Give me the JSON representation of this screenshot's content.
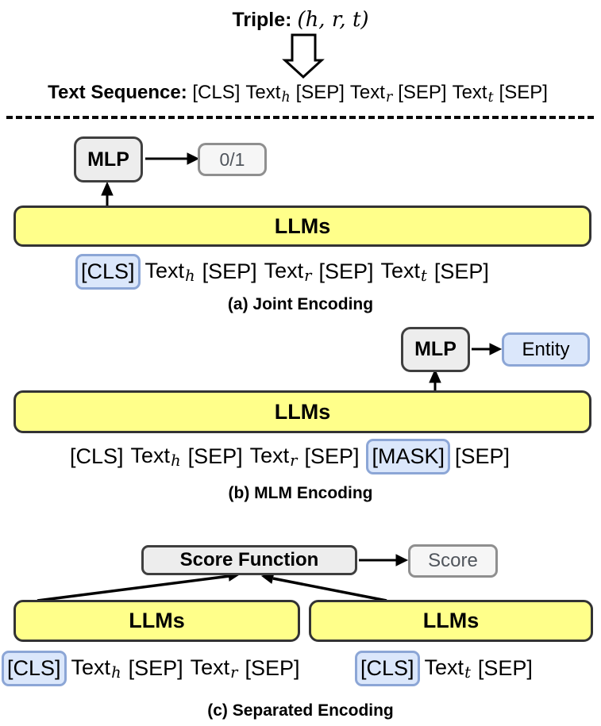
{
  "header": {
    "triple_label": "Triple:",
    "triple_math": "(h, r, t)",
    "sequence_label": "Text Sequence:"
  },
  "sequences": {
    "full": [
      {
        "text": "[CLS]"
      },
      {
        "text": "Text",
        "sub": "h"
      },
      {
        "text": "[SEP]"
      },
      {
        "text": "Text",
        "sub": "r"
      },
      {
        "text": "[SEP]"
      },
      {
        "text": "Text",
        "sub": "t"
      },
      {
        "text": "[SEP]"
      }
    ],
    "joint": [
      {
        "text": "[CLS]",
        "box": true
      },
      {
        "text": "Text",
        "sub": "h"
      },
      {
        "text": "[SEP]"
      },
      {
        "text": "Text",
        "sub": "r"
      },
      {
        "text": "[SEP]"
      },
      {
        "text": "Text",
        "sub": "t"
      },
      {
        "text": "[SEP]"
      }
    ],
    "mlm": [
      {
        "text": "[CLS]"
      },
      {
        "text": "Text",
        "sub": "h"
      },
      {
        "text": "[SEP]"
      },
      {
        "text": "Text",
        "sub": "r"
      },
      {
        "text": "[SEP]"
      },
      {
        "text": "[MASK]",
        "box": true
      },
      {
        "text": "[SEP]"
      }
    ],
    "sep_left": [
      {
        "text": "[CLS]",
        "box": true
      },
      {
        "text": "Text",
        "sub": "h"
      },
      {
        "text": "[SEP]"
      },
      {
        "text": "Text",
        "sub": "r"
      },
      {
        "text": "[SEP]"
      }
    ],
    "sep_right": [
      {
        "text": "[CLS]",
        "box": true
      },
      {
        "text": "Text",
        "sub": "t"
      },
      {
        "text": "[SEP]"
      }
    ]
  },
  "sections": {
    "a": {
      "mlp": "MLP",
      "output": "0/1",
      "llm": "LLMs",
      "caption": "(a) Joint Encoding"
    },
    "b": {
      "mlp": "MLP",
      "output": "Entity",
      "llm": "LLMs",
      "caption": "(b) MLM Encoding"
    },
    "c": {
      "score_fn": "Score Function",
      "output": "Score",
      "llm_left": "LLMs",
      "llm_right": "LLMs",
      "caption": "(c) Separated Encoding"
    }
  },
  "colors": {
    "llm_fill": "#ffff8a",
    "llm_border": "#333333",
    "grey_fill": "#ededed",
    "grey_border": "#3f3f3f",
    "output_fill": "#f6f6f6",
    "output_border": "#8f8f8f",
    "output_text": "#50555c",
    "blue_fill": "#dbe7fb",
    "blue_border": "#8ca6d6"
  }
}
